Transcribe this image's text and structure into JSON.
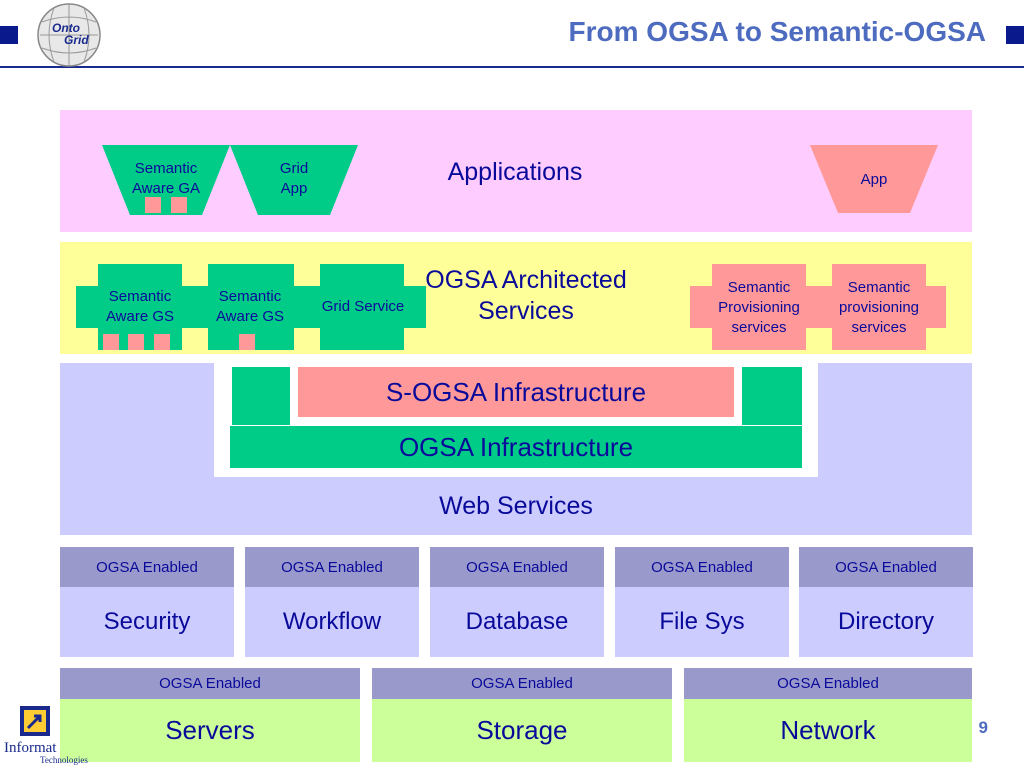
{
  "header": {
    "title": "From OGSA to Semantic-OGSA",
    "logo_text_1": "Onto",
    "logo_text_2": "Grid"
  },
  "applications": {
    "title": "Applications",
    "semantic_aware_ga": [
      "Semantic",
      "Aware GA"
    ],
    "grid_app": [
      "Grid",
      "App"
    ],
    "app": "App"
  },
  "architected_services": {
    "title": [
      "OGSA Architected",
      "Services"
    ],
    "semantic_aware_gs_1": [
      "Semantic",
      "Aware GS"
    ],
    "semantic_aware_gs_2": [
      "Semantic",
      "Aware GS"
    ],
    "grid_service": "Grid Service",
    "semantic_provisioning_1": [
      "Semantic",
      "Provisioning",
      "services"
    ],
    "semantic_provisioning_2": [
      "Semantic",
      "provisioning",
      "services"
    ]
  },
  "infrastructure": {
    "sogsa": "S-OGSA Infrastructure",
    "ogsa": "OGSA Infrastructure",
    "web_services": "Web Services"
  },
  "services": [
    {
      "enabled": "OGSA Enabled",
      "name": "Security"
    },
    {
      "enabled": "OGSA Enabled",
      "name": "Workflow"
    },
    {
      "enabled": "OGSA Enabled",
      "name": "Database"
    },
    {
      "enabled": "OGSA Enabled",
      "name": "File Sys"
    },
    {
      "enabled": "OGSA Enabled",
      "name": "Directory"
    }
  ],
  "resources": [
    {
      "enabled": "OGSA Enabled",
      "name": "Servers"
    },
    {
      "enabled": "OGSA Enabled",
      "name": "Storage"
    },
    {
      "enabled": "OGSA Enabled",
      "name": "Network"
    }
  ],
  "footer": {
    "slide_number": "9",
    "logo_text_1": "Informat",
    "logo_text_2": "Technologies"
  },
  "colors": {
    "title": "#4d6bbf",
    "text": "#0a0a9a",
    "applications_band": "#ffccff",
    "architected_band": "#ffff99",
    "infrastructure_band": "#ccccff",
    "green": "#00cc88",
    "pink": "#ff9999",
    "enabled_header": "#9999cc",
    "resource_body": "#ccff99"
  }
}
